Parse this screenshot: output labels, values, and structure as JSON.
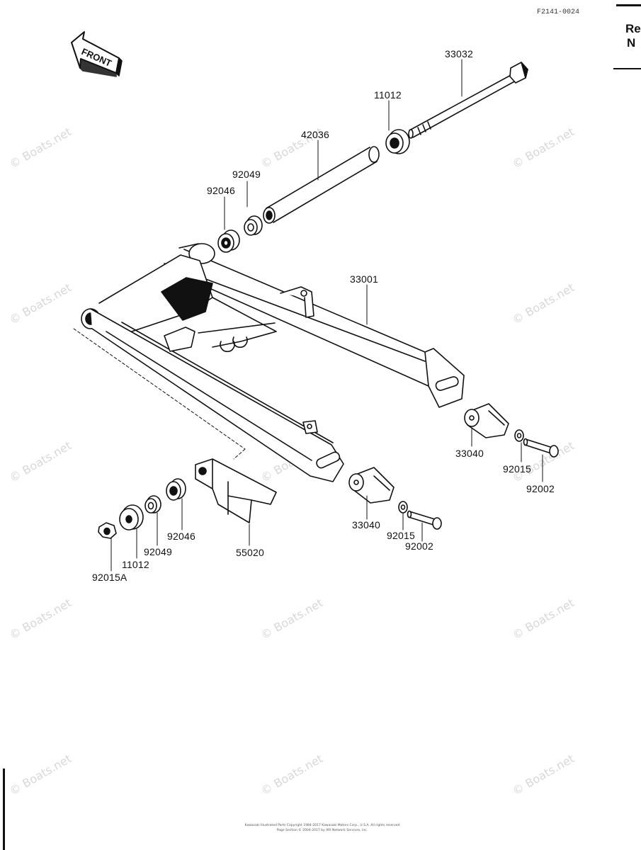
{
  "diagram_code": "F2141-0024",
  "corner_text": [
    "Re",
    "N"
  ],
  "front_label": "FRONT",
  "watermark_text": "© Boats.net",
  "parts": [
    {
      "key": "p33032",
      "text": "33032"
    },
    {
      "key": "p11012a",
      "text": "11012"
    },
    {
      "key": "p42036",
      "text": "42036"
    },
    {
      "key": "p92049a",
      "text": "92049"
    },
    {
      "key": "p92046a",
      "text": "92046"
    },
    {
      "key": "p33001",
      "text": "33001"
    },
    {
      "key": "p33040a",
      "text": "33040"
    },
    {
      "key": "p92015a",
      "text": "92015"
    },
    {
      "key": "p92002a",
      "text": "92002"
    },
    {
      "key": "p33040b",
      "text": "33040"
    },
    {
      "key": "p92015b",
      "text": "92015"
    },
    {
      "key": "p92002b",
      "text": "92002"
    },
    {
      "key": "p55020",
      "text": "55020"
    },
    {
      "key": "p92046b",
      "text": "92046"
    },
    {
      "key": "p92049b",
      "text": "92049"
    },
    {
      "key": "p11012b",
      "text": "11012"
    },
    {
      "key": "p92015A",
      "text": "92015A"
    }
  ],
  "footer_lines": [
    "Kawasaki Illustrated Parts Copyright 1984-2017 Kawasaki Motors Corp., U.S.A. All rights reserved",
    "Page Section © 2004-2017 by ARI Network Services, Inc."
  ]
}
